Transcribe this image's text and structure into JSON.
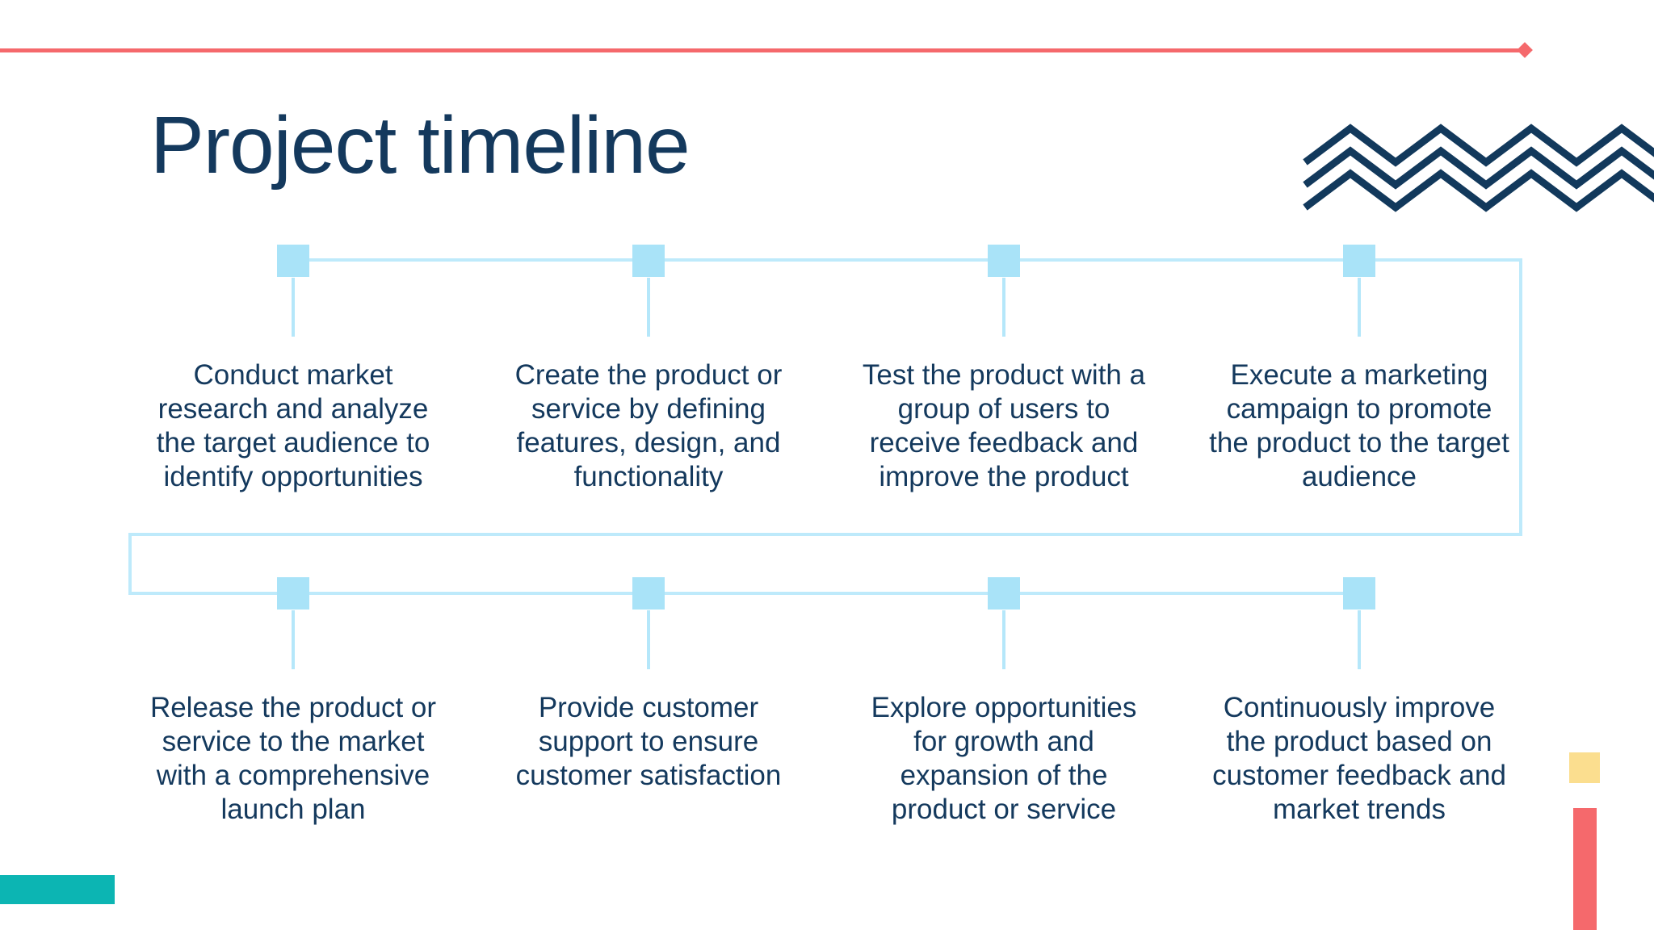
{
  "slide": {
    "title": "Project timeline"
  },
  "timeline": {
    "steps": [
      "Conduct market\nresearch and analyze\nthe target audience to\nidentify opportunities",
      "Create the product or\nservice by defining\nfeatures, design, and\nfunctionality",
      "Test the product with a\ngroup of users to\nreceive feedback and\nimprove the product",
      "Execute a marketing\ncampaign to promote\nthe product to the target\naudience",
      "Release the product or\nservice to the market\nwith a comprehensive\nlaunch plan",
      "Provide customer\nsupport to ensure\ncustomer satisfaction",
      "Explore opportunities\nfor growth and\nexpansion of the\nproduct or service",
      "Continuously improve\nthe product based on\ncustomer feedback and\nmarket trends"
    ]
  },
  "colors": {
    "background": "#FFFFFF",
    "title_text": "#14395D",
    "body_text": "#14395D",
    "accent_coral": "#F5696C",
    "zigzag_navy": "#12395C",
    "timeline_line": "#BEEAFB",
    "timeline_marker": "#A9E3F8",
    "deco_teal": "#0CB5B3",
    "deco_yellow": "#FBDE8F"
  }
}
